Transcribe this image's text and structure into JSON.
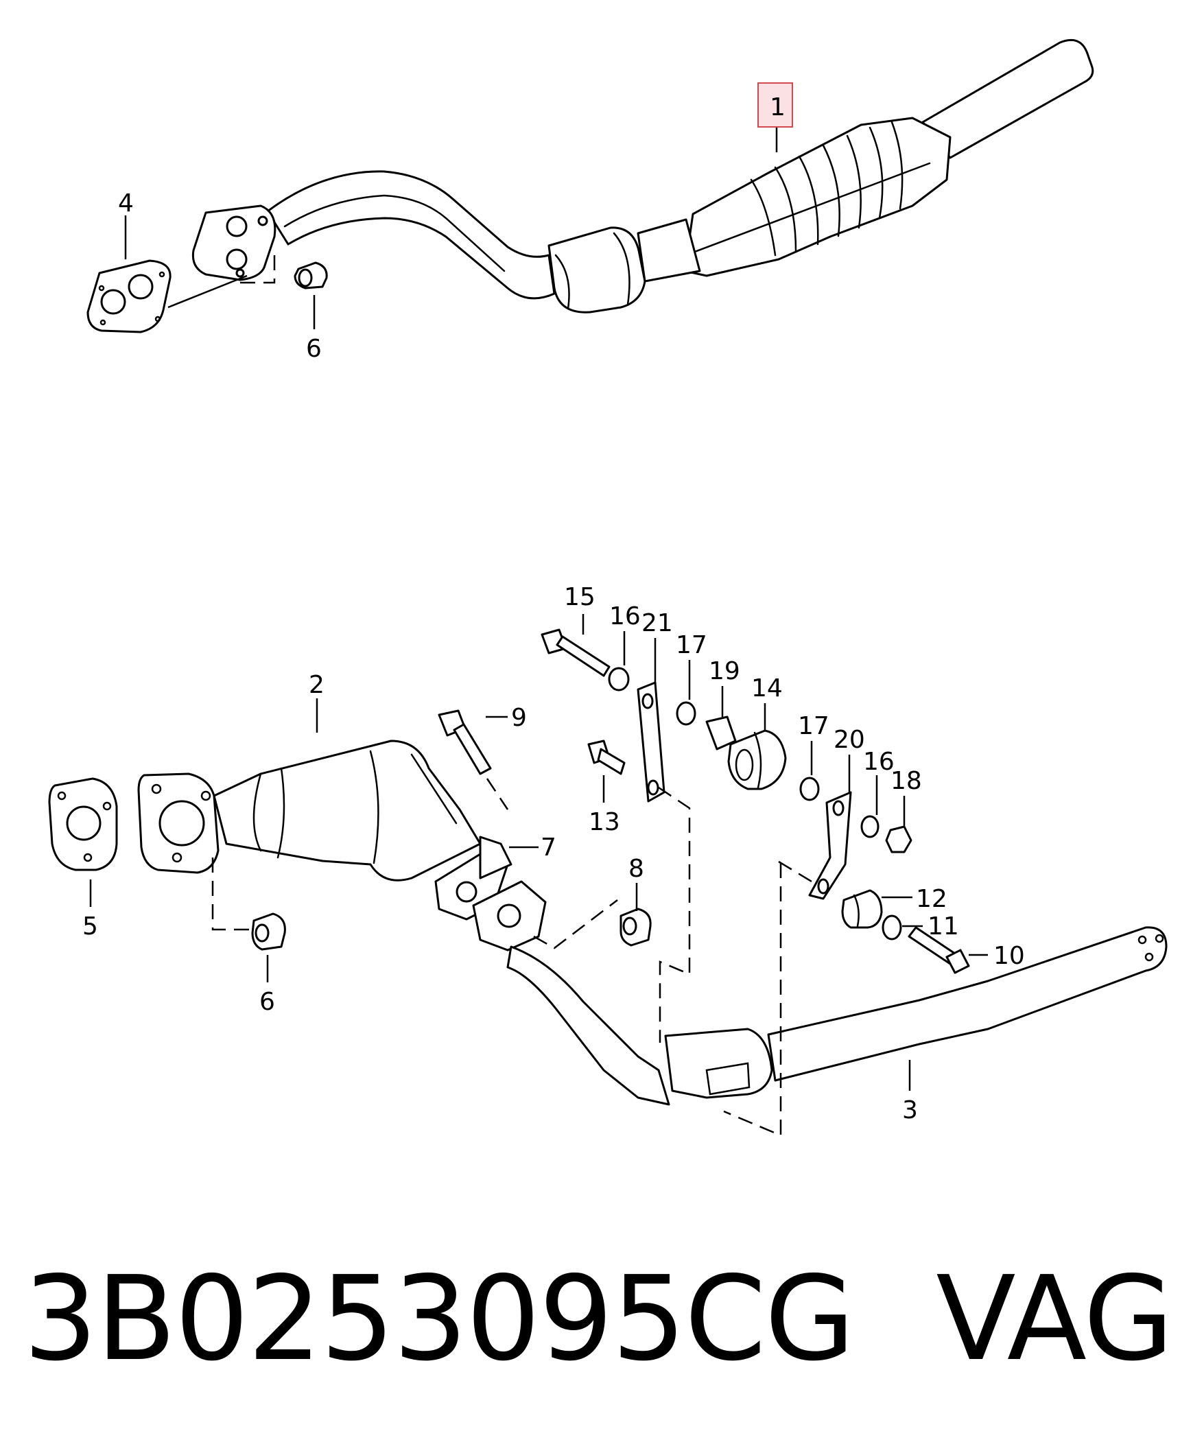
{
  "callouts": [
    {
      "id": "1",
      "label": "1"
    },
    {
      "id": "2",
      "label": "2"
    },
    {
      "id": "3",
      "label": "3"
    },
    {
      "id": "4",
      "label": "4"
    },
    {
      "id": "5",
      "label": "5"
    },
    {
      "id": "6a",
      "label": "6"
    },
    {
      "id": "6b",
      "label": "6"
    },
    {
      "id": "7",
      "label": "7"
    },
    {
      "id": "8",
      "label": "8"
    },
    {
      "id": "9",
      "label": "9"
    },
    {
      "id": "10",
      "label": "10"
    },
    {
      "id": "11",
      "label": "11"
    },
    {
      "id": "12",
      "label": "12"
    },
    {
      "id": "13",
      "label": "13"
    },
    {
      "id": "14",
      "label": "14"
    },
    {
      "id": "15",
      "label": "15"
    },
    {
      "id": "16a",
      "label": "16"
    },
    {
      "id": "16b",
      "label": "16"
    },
    {
      "id": "17a",
      "label": "17"
    },
    {
      "id": "17b",
      "label": "17"
    },
    {
      "id": "18",
      "label": "18"
    },
    {
      "id": "19",
      "label": "19"
    },
    {
      "id": "20",
      "label": "20"
    },
    {
      "id": "21",
      "label": "21"
    }
  ],
  "highlighted_callout": "1",
  "footer": {
    "part_number": "3B0253095CG",
    "brand": "VAG"
  },
  "colors": {
    "highlight_fill": "#fbe1e3",
    "highlight_stroke": "#d2494f",
    "line": "#000000"
  }
}
